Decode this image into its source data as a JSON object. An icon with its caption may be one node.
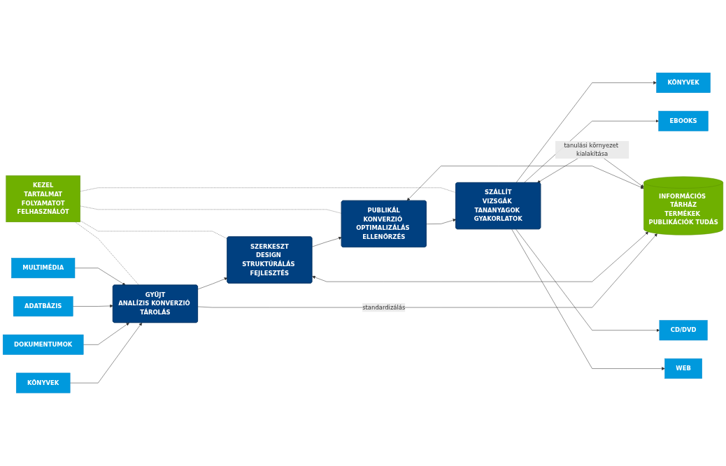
{
  "diagram": {
    "nodes": [
      {
        "text": [
          "KEZEL",
          "TARTALMAT",
          "FOLYAMATOT",
          "FELHASZNÁLÓT"
        ]
      },
      {
        "text": [
          "KÖNYVEK"
        ]
      },
      {
        "text": [
          "DOKUMENTUMOK"
        ]
      },
      {
        "text": [
          "ADATBÁZIS"
        ]
      },
      {
        "text": [
          "MULTIMÉDIA"
        ]
      },
      {
        "text": [
          "GYŰJT",
          "ANALÍZIS KONVERZIÓ TÁROLÁS"
        ]
      },
      {
        "text": [
          "SZERKESZT",
          "DESIGN STRUKTÚRÁLÁS FEJLESZTÉS"
        ]
      },
      {
        "text": [
          "PUBLIKÁL",
          "KONVERZIÓ OPTIMALIZÁLÁS ELLENŐRZÉS"
        ]
      },
      {
        "text": [
          "SZÁLLÍT",
          "VIZSGÁK TANANYAGOK GYAKORLATOK"
        ]
      },
      {
        "text": [
          "INFORMÁCIÓS TÁRHÁZ",
          "TERMÉKEK PUBLIKÁCIÓK TUDÁS"
        ]
      },
      {
        "text": [
          "KÖNYVEK"
        ]
      },
      {
        "text": [
          "EBOOKS"
        ]
      },
      {
        "text": [
          "CD/DVD"
        ]
      },
      {
        "text": [
          "WEB"
        ]
      }
    ],
    "edges": [
      {
        "from": 1,
        "to": 5,
        "arrow": "to"
      },
      {
        "from": 2,
        "to": 5,
        "arrow": "to"
      },
      {
        "from": 3,
        "to": 5,
        "arrow": "to"
      },
      {
        "from": 4,
        "to": 5,
        "arrow": "to"
      },
      {
        "from": 5,
        "to": 6,
        "arrow": "to"
      },
      {
        "from": 6,
        "to": 7,
        "arrow": "to"
      },
      {
        "from": 7,
        "to": 8,
        "arrow": "to"
      },
      {
        "from": 8,
        "to": 10,
        "arrow": "to"
      },
      {
        "from": 8,
        "to": 11,
        "arrow": "to"
      },
      {
        "from": 8,
        "to": 12,
        "arrow": "to"
      },
      {
        "from": 8,
        "to": 13,
        "arrow": "to"
      },
      {
        "from": 5,
        "to": 9,
        "arrow": "to",
        "label": "standardizálás"
      },
      {
        "from": 6,
        "to": 9,
        "arrow": "both"
      },
      {
        "from": 7,
        "to": 9,
        "arrow": "both"
      },
      {
        "from": 8,
        "to": 9,
        "arrow": "both",
        "label": "tanulási környezet kialakítása"
      },
      {
        "from": 0,
        "to": 5,
        "arrow": "none",
        "style": "dashed"
      },
      {
        "from": 0,
        "to": 6,
        "arrow": "none",
        "style": "dashed"
      },
      {
        "from": 0,
        "to": 7,
        "arrow": "none",
        "style": "dashed"
      },
      {
        "from": 0,
        "to": 8,
        "arrow": "none",
        "style": "dashed"
      }
    ]
  }
}
